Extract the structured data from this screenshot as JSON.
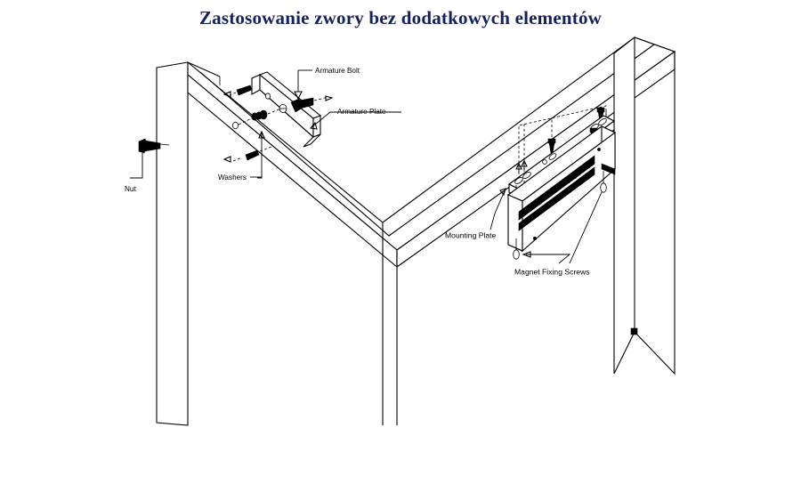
{
  "document": {
    "title": "Zastosowanie zwory bez dodatkowych elementów",
    "title_color": "#16205e",
    "background_color": "#ffffff",
    "ink_color": "#000000",
    "language": "pl",
    "type": "exploded isometric assembly diagram"
  },
  "labels": {
    "armature_bolt": "Armature Bolt",
    "armature_plate": "Armature Plate",
    "washers": "Washers",
    "nut": "Nut",
    "mounting_plate": "Mounting Plate",
    "magnet_fixing_screws": "Magnet Fixing Screws"
  },
  "parts": {
    "door_frame": "door frame",
    "left_jamb": "left jamb",
    "right_jamb": "right jamb",
    "header_beam": "header beam",
    "armature_plate_body": "armature plate bar",
    "magnet_body": "electromagnet body",
    "mounting_plate_body": "mounting plate bracket",
    "washer_stack": "washer stack",
    "nut_body": "nut"
  }
}
